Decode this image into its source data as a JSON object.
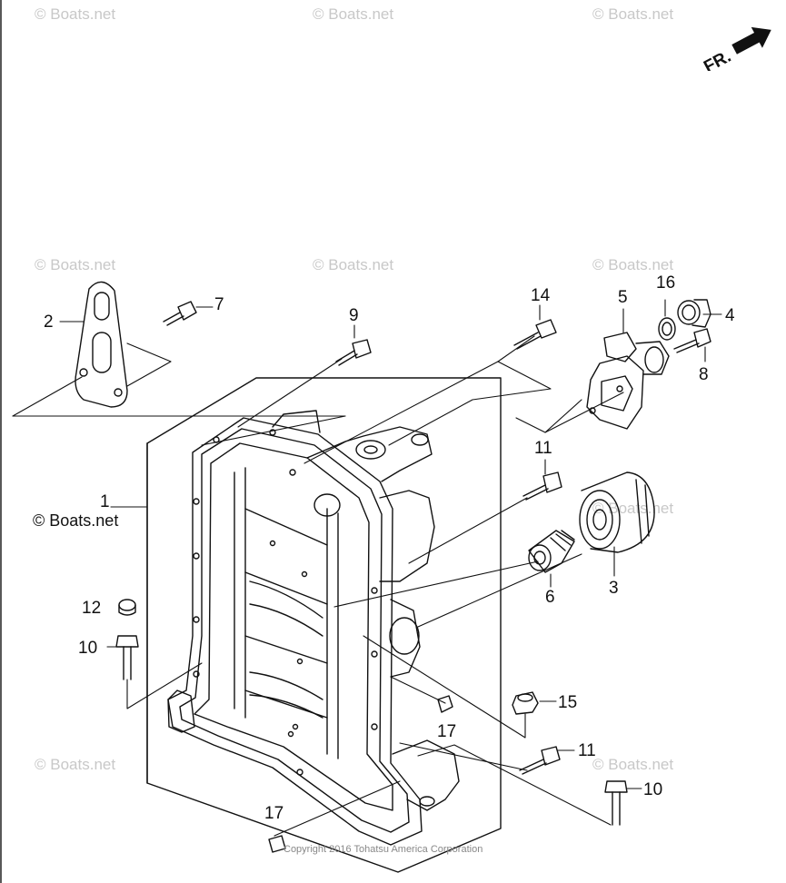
{
  "watermark": "© Boats.net",
  "copyright": "Copyright 2016 Tohatsu America Corporation",
  "front_indicator": "FR.",
  "callouts": [
    "1",
    "2",
    "3",
    "4",
    "5",
    "6",
    "7",
    "8",
    "9",
    "10",
    "10",
    "11",
    "11",
    "12",
    "14",
    "15",
    "16",
    "17",
    "17"
  ],
  "colors": {
    "line": "#111111",
    "watermark": "#c8c8c8"
  }
}
